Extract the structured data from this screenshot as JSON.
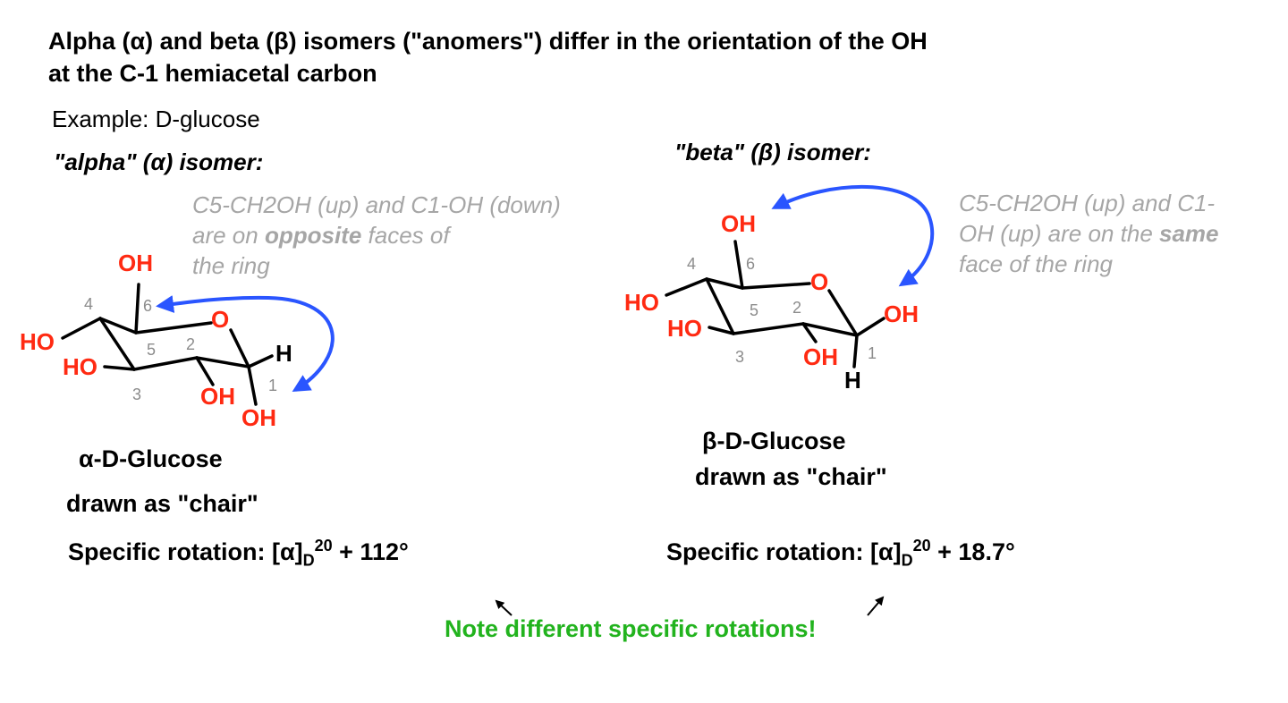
{
  "title": {
    "line1": "Alpha (α) and beta (β) isomers (\"anomers\") differ in the orientation of the OH",
    "line2": "at the C-1 hemiacetal carbon"
  },
  "example": "Example: D-glucose",
  "alpha": {
    "heading": "\"alpha\" (α) isomer:",
    "note": {
      "line1": "C5-CH2OH (up) and C1-OH (down)",
      "line2_pre": "are on ",
      "line2_bold": "opposite",
      "line2_post": " faces of",
      "line3": "the ring"
    },
    "labels": {
      "oh_top": "OH",
      "ring_o": "O",
      "ho_left": "HO",
      "ho_mid": "HO",
      "oh_c2": "OH",
      "oh_c1": "OH",
      "h_c1": "H"
    },
    "numbers": {
      "n4": "4",
      "n6": "6",
      "n5": "5",
      "n2": "2",
      "n3": "3",
      "n1": "1"
    },
    "name": "α-D-Glucose",
    "caption": "drawn as \"chair\"",
    "rotation": {
      "prefix": "Specific rotation:  [α]",
      "sub": "D",
      "sup": "20",
      "value": " + 112°"
    }
  },
  "beta": {
    "heading": "\"beta\" (β) isomer:",
    "note": {
      "line1": "C5-CH2OH (up) and C1-",
      "line2": "OH (up) are on the ",
      "line2_bold": "same",
      "line3": "face of the ring"
    },
    "labels": {
      "oh_top": "OH",
      "ring_o": "O",
      "ho_left": "HO",
      "ho_mid": "HO",
      "oh_c2": "OH",
      "oh_c1": "OH",
      "h_c1": "H"
    },
    "numbers": {
      "n4": "4",
      "n6": "6",
      "n5": "5",
      "n2": "2",
      "n3": "3",
      "n1": "1"
    },
    "name": "β-D-Glucose",
    "caption": "drawn as \"chair\"",
    "rotation": {
      "prefix": "Specific rotation: [α]",
      "sub": "D",
      "sup": "20",
      "value": " + 18.7°"
    }
  },
  "footer_note": "Note different specific rotations!",
  "colors": {
    "heteroatom": "#ff2a12",
    "arrow": "#2a55ff",
    "note": "#a6a6a6",
    "highlight": "#22b31e"
  }
}
